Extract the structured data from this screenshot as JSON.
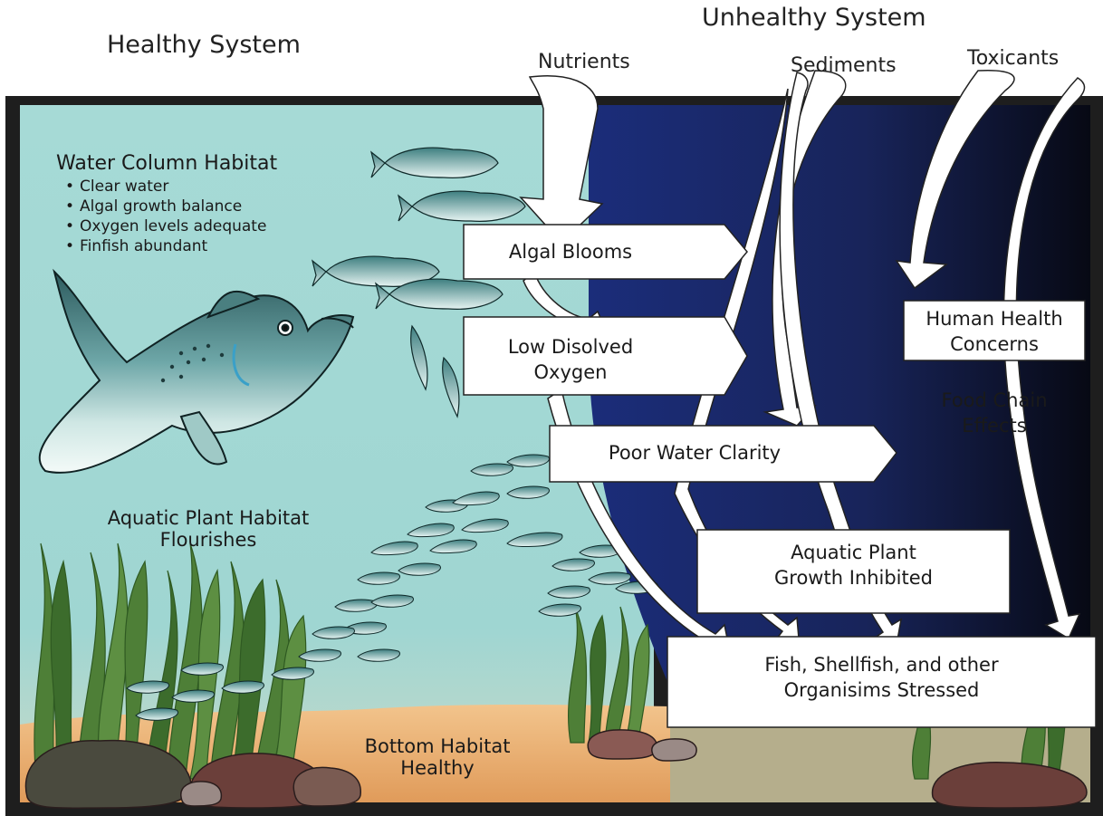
{
  "titles": {
    "healthy": "Healthy System",
    "unhealthy": "Unhealthy System"
  },
  "inputs": [
    "Nutrients",
    "Sediments",
    "Toxicants"
  ],
  "water_column": {
    "title": "Water Column Habitat",
    "items": [
      "Clear water",
      "Algal growth balance",
      "Oxygen levels adequate",
      "Finfish abundant"
    ]
  },
  "healthy_labels": {
    "aquatic_plant": [
      "Aquatic Plant Habitat",
      "Flourishes"
    ],
    "bottom": [
      "Bottom Habitat",
      "Healthy"
    ]
  },
  "effects": {
    "algal_blooms": "Algal Blooms",
    "low_oxygen": [
      "Low Disolved",
      "Oxygen"
    ],
    "poor_clarity": "Poor Water Clarity",
    "plant_inhibited": [
      "Aquatic Plant",
      "Growth Inhibited"
    ],
    "fish_stressed": [
      "Fish, Shellfish, and other",
      "Organisims Stressed"
    ],
    "human_health": [
      "Human Health",
      "Concerns"
    ],
    "food_chain": [
      "Food Chain",
      "Effects"
    ]
  },
  "colors": {
    "healthy_water": "#a9dcd8",
    "unhealthy_water": "#1c2a6e",
    "sand": "#e9b37a",
    "murky_bottom": "#b4ad8a",
    "seagrass": "#3f6b2e",
    "frame": "#1e1e1e"
  }
}
